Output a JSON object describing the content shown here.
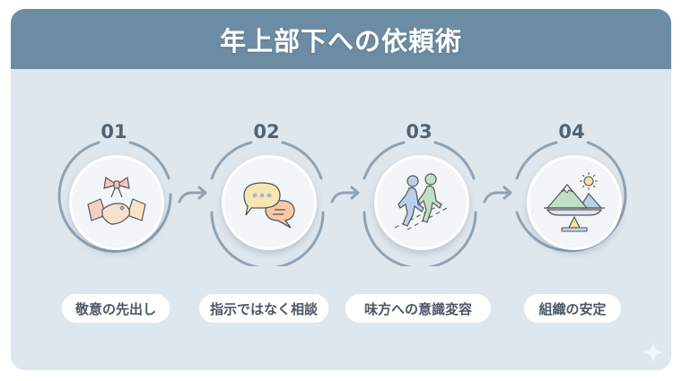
{
  "title": "年上部下への依頼術",
  "steps": [
    {
      "number": "01",
      "label": "敬意の先出し",
      "icon": "handshake-bow-icon"
    },
    {
      "number": "02",
      "label": "指示ではなく相談",
      "icon": "chat-bubbles-icon"
    },
    {
      "number": "03",
      "label": "味方への意識変容",
      "icon": "walking-people-icon"
    },
    {
      "number": "04",
      "label": "組織の安定",
      "icon": "balanced-mountain-icon"
    }
  ],
  "colors": {
    "header": "#6c8ca3",
    "background": "#dfe7ee",
    "ring": "#8ea3b4",
    "text": "#4a5866"
  }
}
